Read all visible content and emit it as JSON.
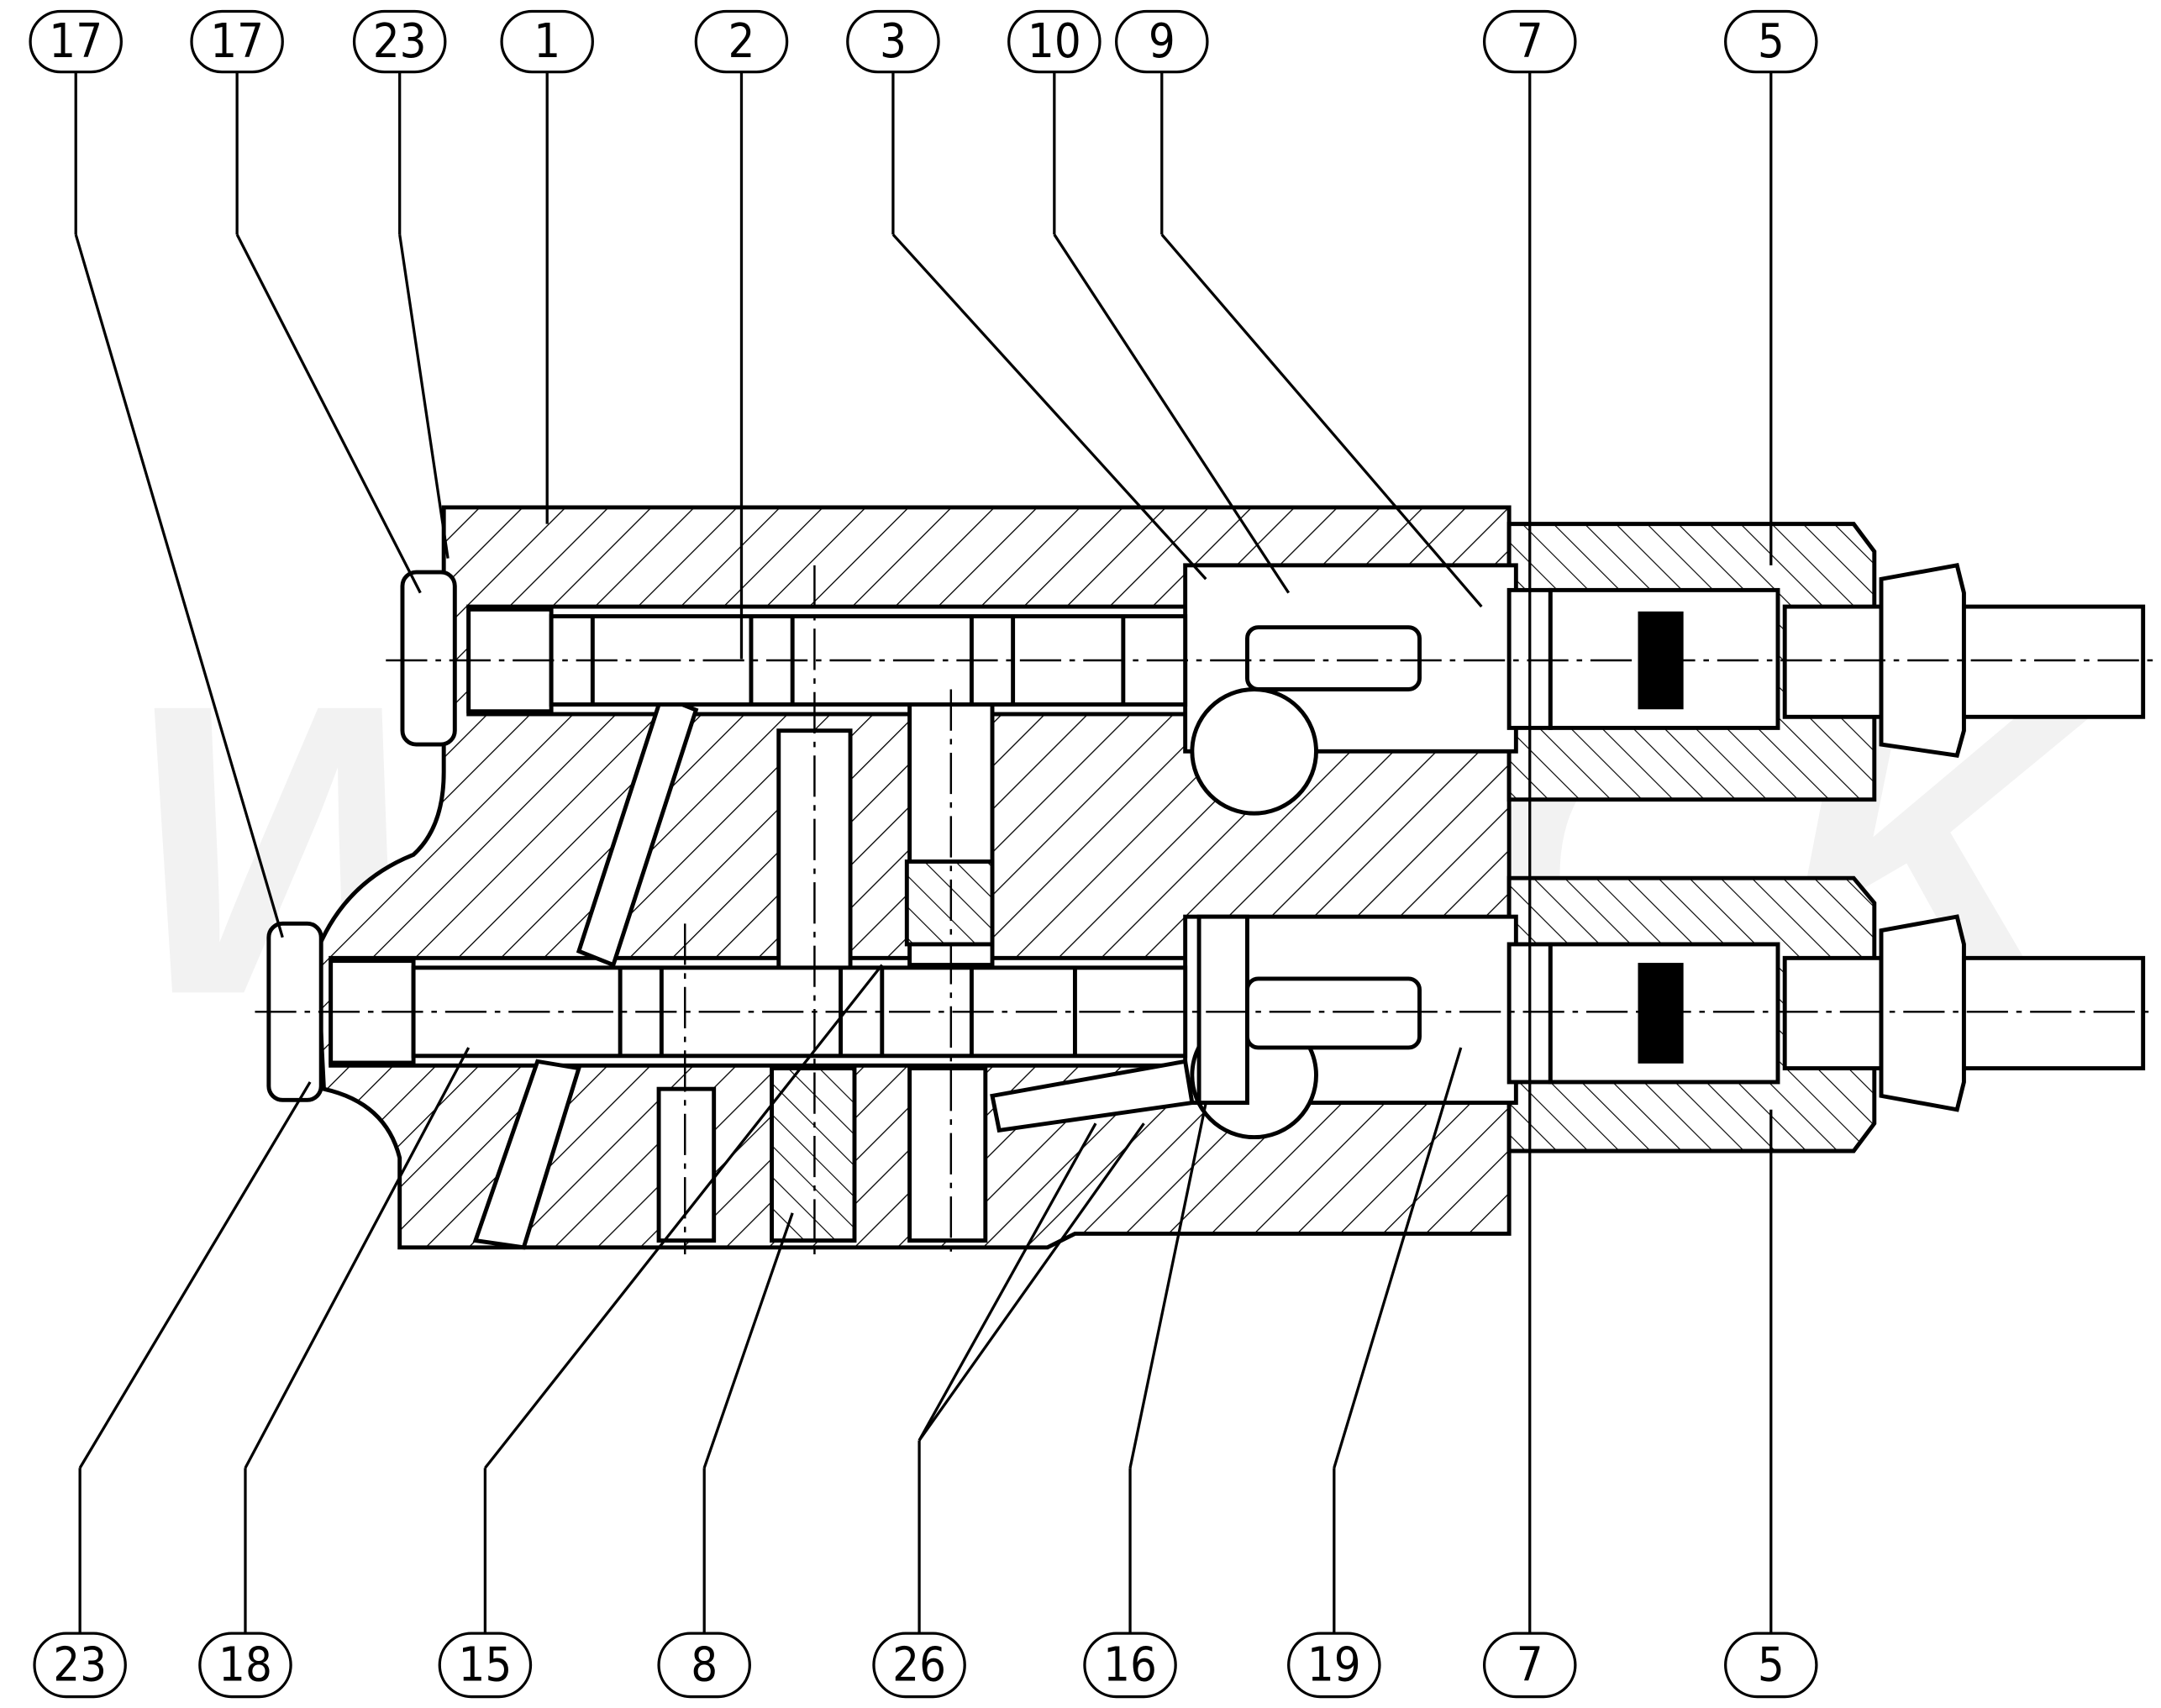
{
  "drawing": {
    "title": "Valve block sectional assembly drawing",
    "watermark": "WOMACK",
    "colors": {
      "line": "#000000",
      "background": "#ffffff",
      "watermark": "#f0f0f0"
    }
  },
  "balloons_top": [
    {
      "label": "17"
    },
    {
      "label": "17"
    },
    {
      "label": "23"
    },
    {
      "label": "1"
    },
    {
      "label": "2"
    },
    {
      "label": "3"
    },
    {
      "label": "10"
    },
    {
      "label": "9"
    },
    {
      "label": "7"
    },
    {
      "label": "5"
    }
  ],
  "balloons_bottom": [
    {
      "label": "23"
    },
    {
      "label": "18"
    },
    {
      "label": "15"
    },
    {
      "label": "8"
    },
    {
      "label": "26"
    },
    {
      "label": "16"
    },
    {
      "label": "19"
    },
    {
      "label": "7"
    },
    {
      "label": "5"
    }
  ]
}
